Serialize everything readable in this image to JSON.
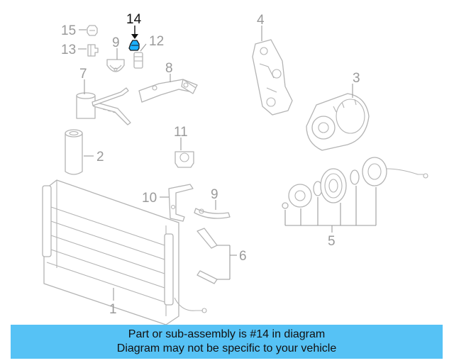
{
  "diagram": {
    "callouts": {
      "c1": "1",
      "c2": "2",
      "c3": "3",
      "c4": "4",
      "c5": "5",
      "c6": "6",
      "c7": "7",
      "c8": "8",
      "c9a": "9",
      "c9b": "9",
      "c10": "10",
      "c11": "11",
      "c12": "12",
      "c13": "13",
      "c14": "14",
      "c15": "15"
    },
    "highlighted_part": "14",
    "colors": {
      "highlight": "#1ab0ff",
      "line": "#b4b4b4",
      "caption_bg": "#56c2f5"
    }
  },
  "caption": {
    "line1": "Part or sub-assembly is #14 in diagram",
    "line2": "Diagram may not be specific to your vehicle"
  }
}
